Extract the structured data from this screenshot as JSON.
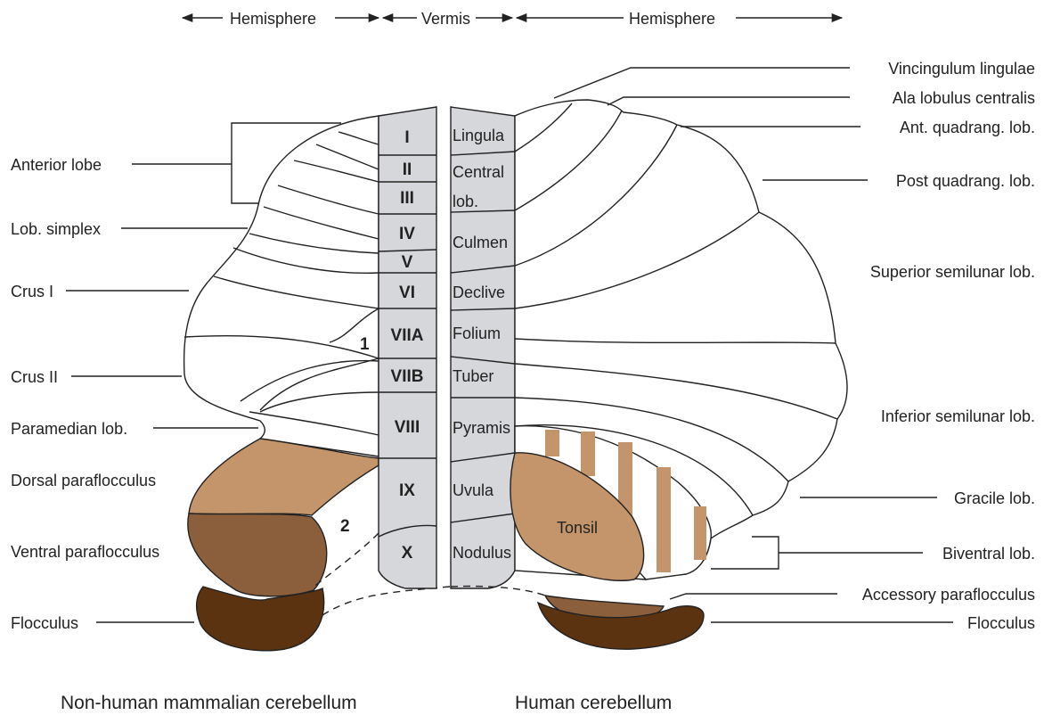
{
  "header": {
    "left_hemisphere": "Hemisphere",
    "vermis": "Vermis",
    "right_hemisphere": "Hemisphere"
  },
  "colors": {
    "vermis_fill": "#d6d7da",
    "dorsal_paraflocculus": "#c4956a",
    "ventral_paraflocculus": "#8b5e3c",
    "flocculus": "#5c3310",
    "tonsil": "#c4956a",
    "accessory_paraflocculus": "#8b5e3c",
    "biventral_stripes": "#c4956a"
  },
  "vermis_roman": [
    "I",
    "II",
    "III",
    "IV",
    "V",
    "VI",
    "VIIA",
    "VIIB",
    "VIII",
    "IX",
    "X"
  ],
  "vermis_names": {
    "lingula": "Lingula",
    "central_1": "Central",
    "central_2": "lob.",
    "culmen": "Culmen",
    "declive": "Declive",
    "folium": "Folium",
    "tuber": "Tuber",
    "pyramis": "Pyramis",
    "uvula": "Uvula",
    "nodulus": "Nodulus"
  },
  "left_labels": {
    "anterior_lobe": "Anterior lobe",
    "lob_simplex": "Lob. simplex",
    "crus_1": "Crus I",
    "crus_2": "Crus II",
    "paramedian": "Paramedian lob.",
    "dorsal_paraflocculus": "Dorsal paraflocculus",
    "ventral_paraflocculus": "Ventral paraflocculus",
    "flocculus": "Flocculus"
  },
  "right_labels": {
    "vincingulum": "Vincingulum lingulae",
    "ala": "Ala lobulus centralis",
    "ant_quadrang": "Ant. quadrang. lob.",
    "post_quadrang": "Post quadrang. lob.",
    "superior_semilunar": "Superior semilunar lob.",
    "inferior_semilunar": "Inferior semilunar lob.",
    "gracile": "Gracile lob.",
    "biventral": "Biventral lob.",
    "accessory_paraflocculus": "Accessory paraflocculus",
    "flocculus": "Flocculus"
  },
  "tonsil": "Tonsil",
  "markers": {
    "one": "1",
    "two": "2"
  },
  "captions": {
    "left": "Non-human mammalian cerebellum",
    "right": "Human cerebellum"
  }
}
